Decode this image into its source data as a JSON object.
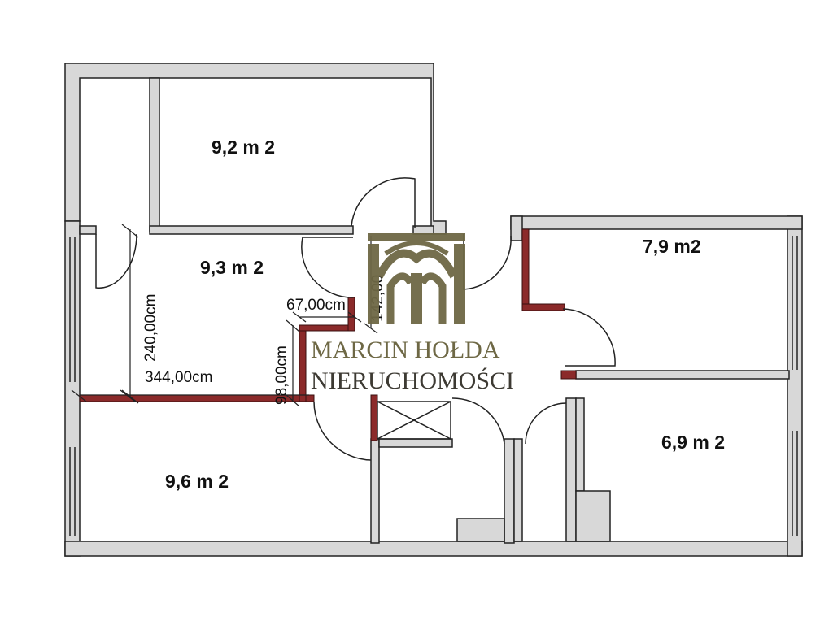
{
  "rooms": {
    "room_top_left": "9,2 m 2",
    "room_middle_left": "9,3 m 2",
    "room_bottom_left": "9,6 m 2",
    "room_top_right": "7,9 m2",
    "room_bottom_right": "6,9 m 2"
  },
  "dimensions": {
    "height_left": "240,00cm",
    "width_bottom": "344,00cm",
    "small_width": "67,00cm",
    "small_height": "98,00cm",
    "partial_vertical": "142,00"
  },
  "watermark": {
    "line1": "MARCIN HOŁDA",
    "line2": "NIERUCHOMOŚCI"
  },
  "colors": {
    "wall_fill": "#d8d8d8",
    "accent_wall": "#8b2a2a",
    "logo_olive": "#6e6845",
    "logo_text_dark": "#3d3a33"
  }
}
